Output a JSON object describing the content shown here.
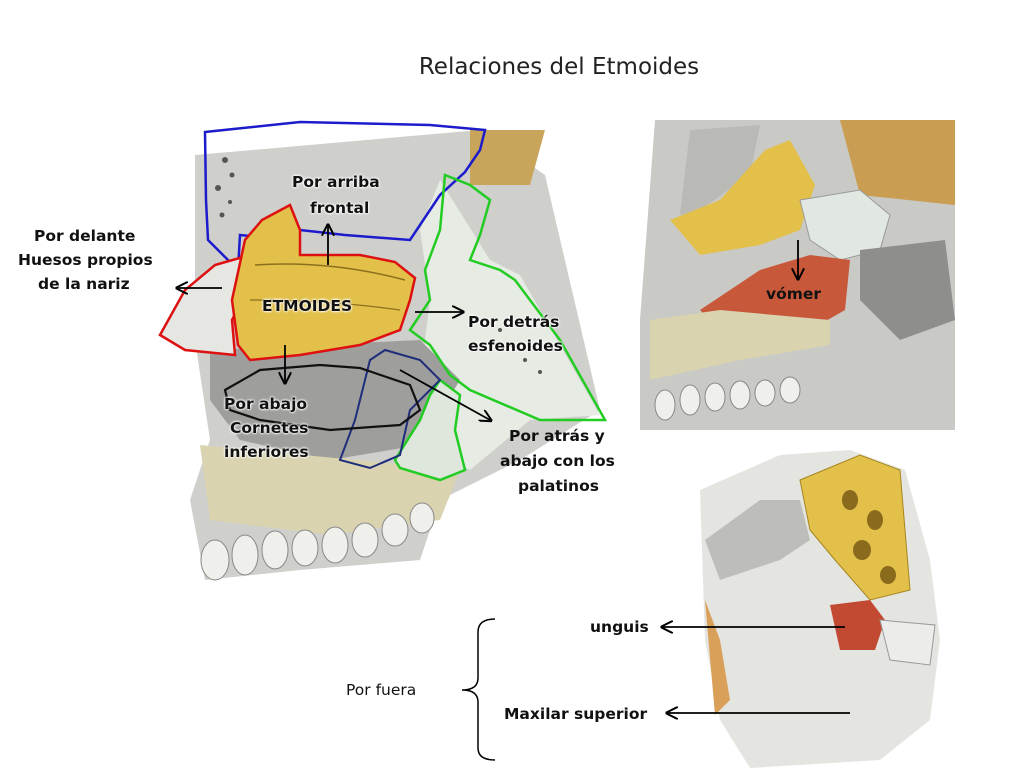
{
  "title": "Relaciones del Etmoides",
  "labels": {
    "etmoides": "ETMOIDES",
    "arriba_1": "Por arriba",
    "arriba_2": "frontal",
    "delante_1": "Por delante",
    "delante_2": "Huesos propios",
    "delante_3": "de la nariz",
    "detras_1": "Por detrás",
    "detras_2": "esfenoides",
    "abajo_1": "Por abajo",
    "abajo_2": "Cornetes",
    "abajo_3": "inferiores",
    "atras_abajo_1": "Por atrás y",
    "atras_abajo_2": "abajo con los",
    "atras_abajo_3": "palatinos",
    "vomer": "vómer",
    "unguis": "unguis",
    "maxilar": "Maxilar superior",
    "por_fuera": "Por fuera"
  },
  "colors": {
    "bone": "#d8d8d4",
    "etmoides_fill": "#e2c04a",
    "vomer_fill": "#c8583a",
    "unguis_fill": "#c24a33",
    "maxilla": "#d9d3b0",
    "frontal_outline": "#1c1ccc",
    "esfenoides_outline": "#22cc22",
    "nasal_outline": "#dd1111",
    "palatino_outline": "#1e2e7a"
  }
}
